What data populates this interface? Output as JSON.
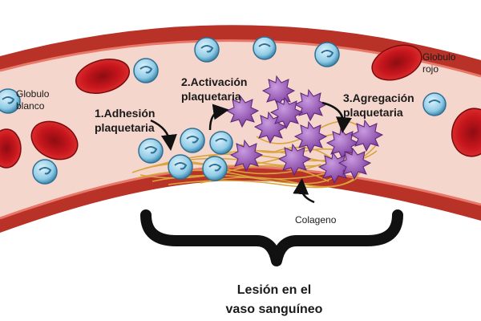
{
  "labels": {
    "globulo_blanco_line1": "Globulo",
    "globulo_blanco_line2": "blanco",
    "globulo_rojo_line1": "Globulo",
    "globulo_rojo_line2": "rojo",
    "step1_line1": "1.Adhesión",
    "step1_line2": "plaquetaria",
    "step2_line1": "2.Activación",
    "step2_line2": "plaquetaria",
    "step3_line1": "3.Agregación",
    "step3_line2": "plaquetaria",
    "colageno": "Colageno",
    "lesion_line1": "Lesión en el",
    "lesion_line2": "vaso sanguíneo"
  },
  "colors": {
    "vessel_wall": "#c0392b",
    "vessel_lumen": "#f6d8cf",
    "red_cell": "#c8161d",
    "white_cell": "#7ec7e8",
    "platelet": "#9b59b6",
    "collagen": "#e0b24a"
  }
}
